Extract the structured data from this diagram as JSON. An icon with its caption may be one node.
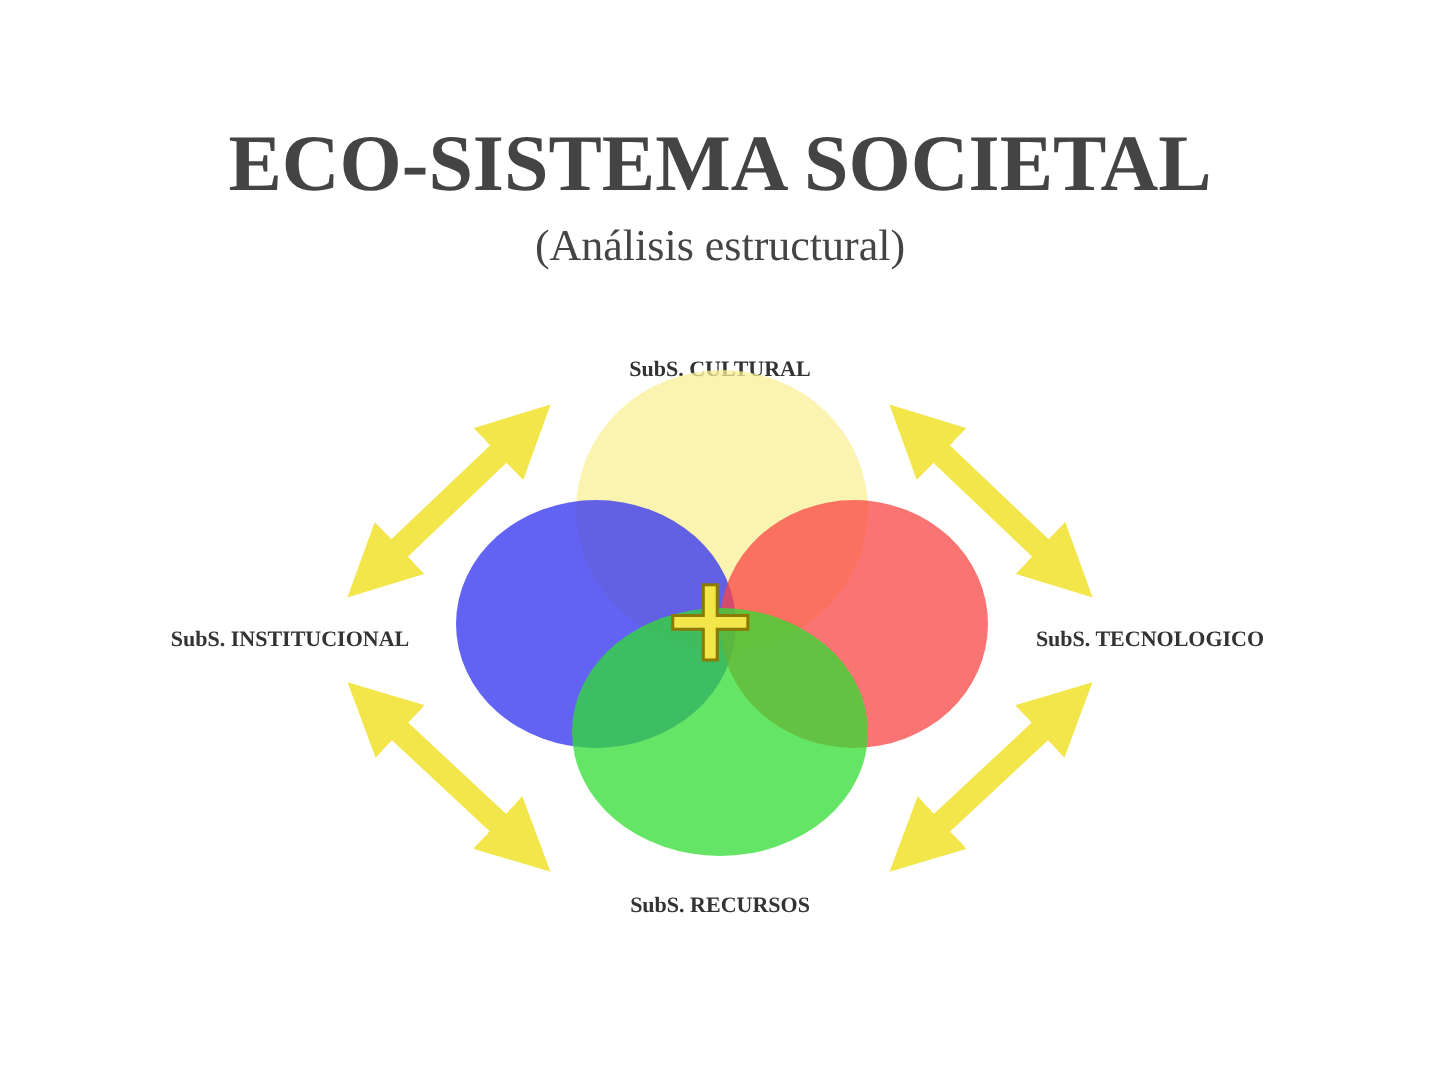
{
  "diagram": {
    "title": "ECO-SISTEMA SOCIETAL",
    "caption": "(Análisis estructural)",
    "nodes": [
      {
        "text": [
          "SubS. CULTURAL"
        ]
      },
      {
        "text": [
          "SubS. INSTITUCIONAL"
        ]
      },
      {
        "text": [
          "SubS. TECNOLOGICO"
        ]
      },
      {
        "text": [
          "SubS. RECURSOS"
        ]
      },
      {
        "text": [],
        "shape": "circle"
      },
      {
        "text": [],
        "shape": "circle"
      },
      {
        "text": [],
        "shape": "circle"
      },
      {
        "text": [],
        "shape": "circle"
      }
    ],
    "edges": [
      {
        "from": 0,
        "to": 1,
        "arrow": "both"
      },
      {
        "from": 0,
        "to": 2,
        "arrow": "both"
      },
      {
        "from": 1,
        "to": 3,
        "arrow": "both"
      },
      {
        "from": 2,
        "to": 3,
        "arrow": "both"
      }
    ],
    "labels": [
      "+"
    ]
  }
}
